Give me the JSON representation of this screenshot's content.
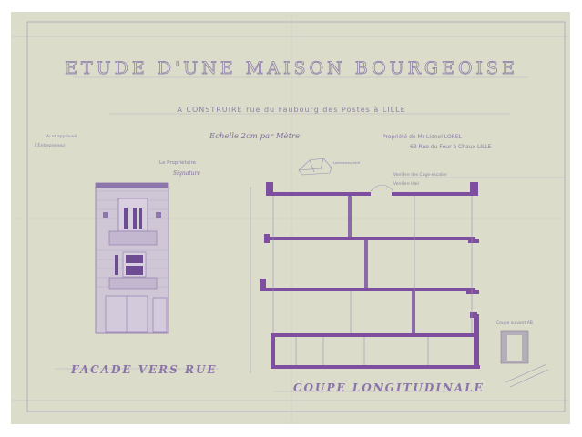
{
  "sheet": {
    "title": "ETUDE D'UNE MAISON BOURGEOISE",
    "subtitle": "A CONSTRUIRE rue du Faubourg des Postes à LILLE",
    "approval": "Vu et approuvé",
    "contractor": "L'Entrepreneur",
    "scale": "Echelle 2cm par Mètre",
    "owner_line": "Propriété de Mr Lionel LOREL",
    "address": "63 Rue du Four à Chaux LILLE",
    "proprietor_label": "Le Propriétaire",
    "signature": "Signature"
  },
  "views": {
    "facade_label": "FACADE VERS RUE",
    "section_label": "COUPE LONGITUDINALE",
    "detail_label": "Coupe suivant AB",
    "note_skylight_stair": "Verrière des Cage-escalier",
    "note_skylight_hall": "Verrière Hall",
    "note_lantern": "Lanterneau vitré"
  },
  "colors": {
    "paper": "#dcdccb",
    "ink": "#7d4f9e"
  }
}
